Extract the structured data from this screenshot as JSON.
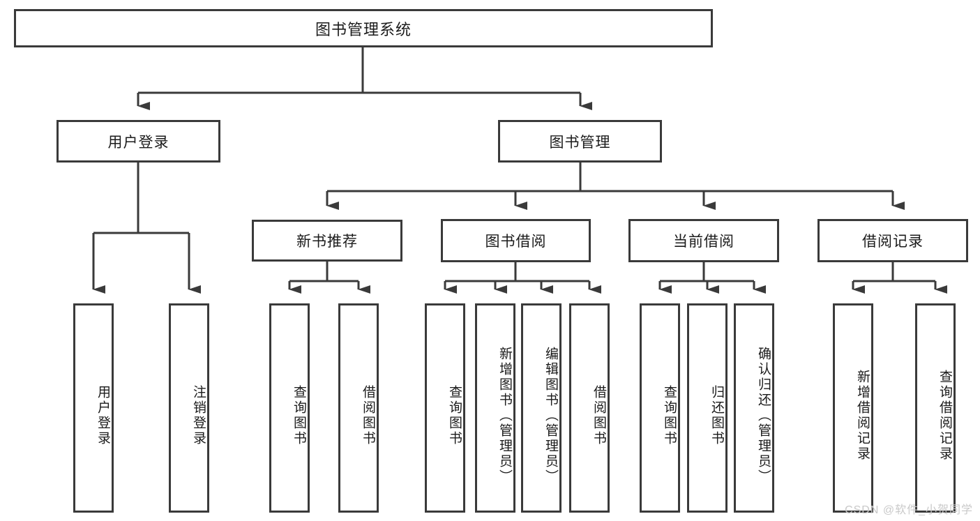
{
  "diagram": {
    "type": "tree-hierarchy",
    "title": "图书管理系统",
    "root": {
      "label": "图书管理系统"
    },
    "level1": [
      {
        "label": "用户登录"
      },
      {
        "label": "图书管理"
      }
    ],
    "level2": [
      {
        "label": "新书推荐"
      },
      {
        "label": "图书借阅"
      },
      {
        "label": "当前借阅"
      },
      {
        "label": "借阅记录"
      }
    ],
    "leaves": {
      "user_login": [
        {
          "label": "用户登录"
        },
        {
          "label": "注销登录"
        }
      ],
      "new_book_recommend": [
        {
          "label": "查询图书"
        },
        {
          "label": "借阅图书"
        }
      ],
      "book_borrow": [
        {
          "label": "查询图书"
        },
        {
          "label": "新增图书（管理员）"
        },
        {
          "label": "编辑图书（管理员）"
        },
        {
          "label": "借阅图书"
        }
      ],
      "current_borrow": [
        {
          "label": "查询图书"
        },
        {
          "label": "归还图书"
        },
        {
          "label": "确认归还（管理员）"
        }
      ],
      "borrow_record": [
        {
          "label": "新增借阅记录"
        },
        {
          "label": "查询借阅记录"
        }
      ]
    }
  },
  "watermark": {
    "text": "CSDN @软件_小贺同学"
  },
  "colors": {
    "box_border": "#3a3a3a",
    "connector": "#3a3a3a",
    "background": "#ffffff",
    "text": "#1b1b1b",
    "watermark": "#c9c9c9"
  }
}
